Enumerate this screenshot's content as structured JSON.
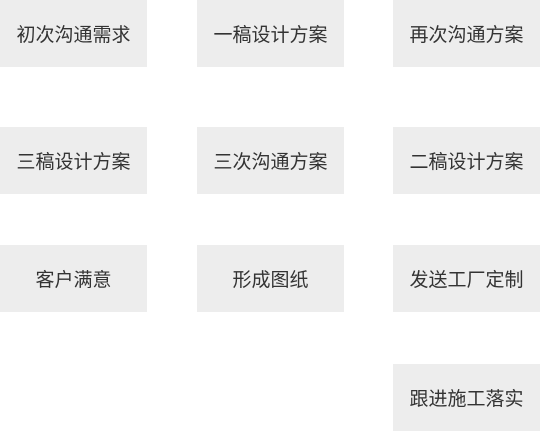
{
  "steps": [
    {
      "label": "初次沟通需求"
    },
    {
      "label": "一稿设计方案"
    },
    {
      "label": "再次沟通方案"
    },
    {
      "label": "三稿设计方案"
    },
    {
      "label": "三次沟通方案"
    },
    {
      "label": "二稿设计方案"
    },
    {
      "label": "客户满意"
    },
    {
      "label": "形成图纸"
    },
    {
      "label": "发送工厂定制"
    },
    {
      "label": "跟进施工落实"
    }
  ]
}
